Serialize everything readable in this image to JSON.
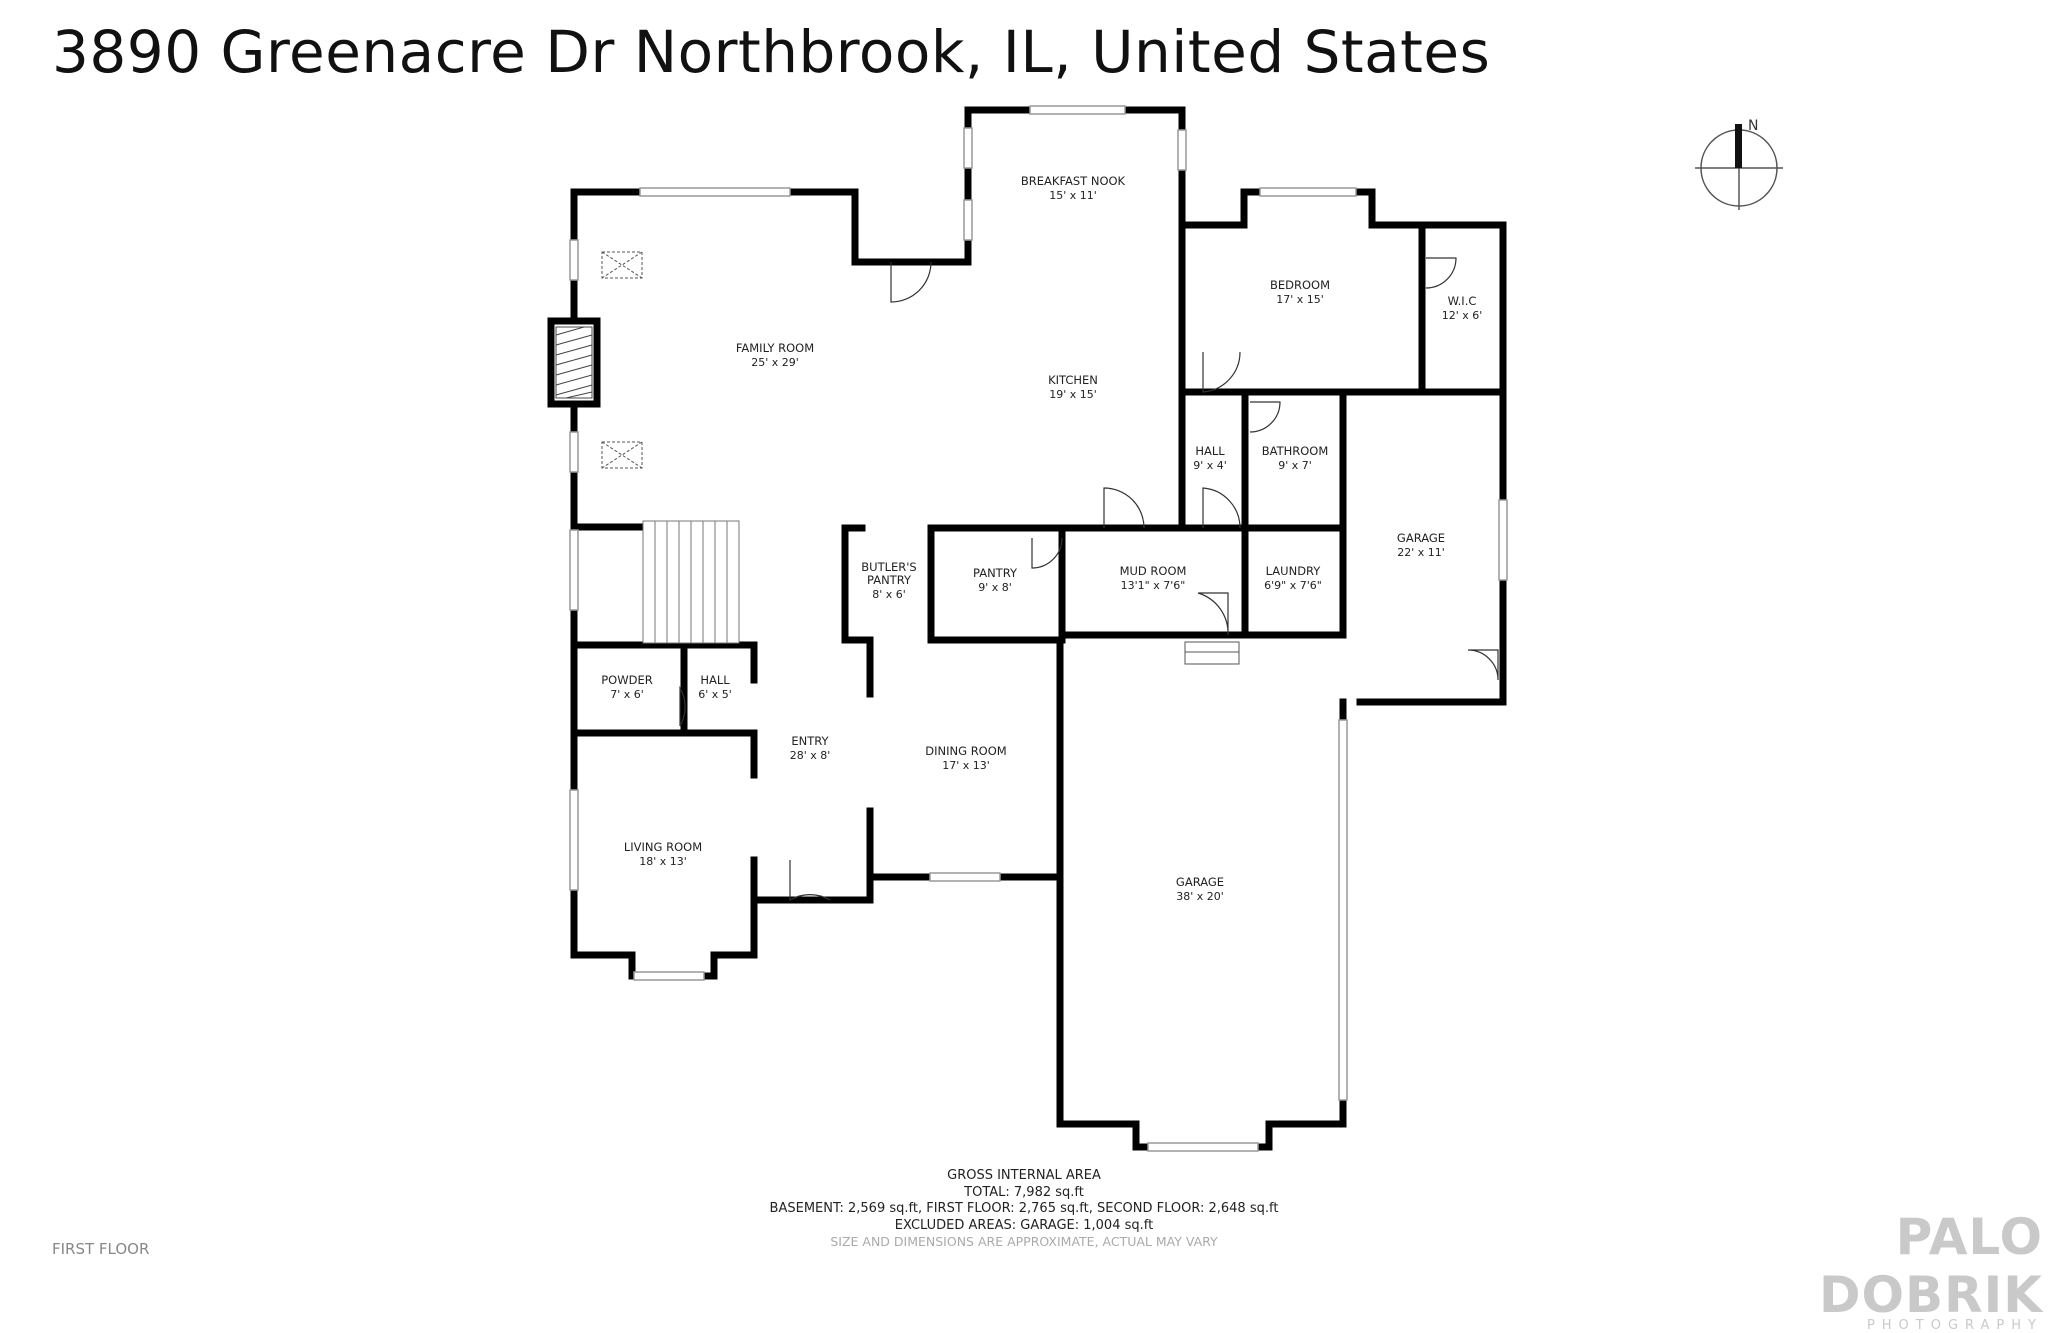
{
  "header": {
    "address": "3890 Greenacre Dr Northbrook, IL, United States"
  },
  "compass": {
    "north_label": "N"
  },
  "rooms": [
    {
      "id": "breakfast-nook",
      "name": "BREAKFAST NOOK",
      "dims": "15' x 11'"
    },
    {
      "id": "family-room",
      "name": "FAMILY ROOM",
      "dims": "25' x 29'"
    },
    {
      "id": "kitchen",
      "name": "KITCHEN",
      "dims": "19' x 15'"
    },
    {
      "id": "bedroom",
      "name": "BEDROOM",
      "dims": "17' x 15'"
    },
    {
      "id": "wic",
      "name": "W.I.C",
      "dims": "12' x 6'"
    },
    {
      "id": "hall-upper",
      "name": "HALL",
      "dims": "9' x 4'"
    },
    {
      "id": "bathroom",
      "name": "BATHROOM",
      "dims": "9' x 7'"
    },
    {
      "id": "garage-small",
      "name": "GARAGE",
      "dims": "22' x 11'"
    },
    {
      "id": "butlers-pantry",
      "name": "BUTLER'S",
      "name2": "PANTRY",
      "dims": "8' x 6'"
    },
    {
      "id": "pantry",
      "name": "PANTRY",
      "dims": "9' x 8'"
    },
    {
      "id": "mud-room",
      "name": "MUD ROOM",
      "dims": "13'1\" x 7'6\""
    },
    {
      "id": "laundry",
      "name": "LAUNDRY",
      "dims": "6'9\" x 7'6\""
    },
    {
      "id": "powder",
      "name": "POWDER",
      "dims": "7' x 6'"
    },
    {
      "id": "hall-lower",
      "name": "HALL",
      "dims": "6' x 5'"
    },
    {
      "id": "entry",
      "name": "ENTRY",
      "dims": "28' x 8'"
    },
    {
      "id": "dining-room",
      "name": "DINING ROOM",
      "dims": "17' x 13'"
    },
    {
      "id": "living-room",
      "name": "LIVING ROOM",
      "dims": "18' x 13'"
    },
    {
      "id": "garage-large",
      "name": "GARAGE",
      "dims": "38' x 20'"
    }
  ],
  "footer": {
    "line1": "GROSS INTERNAL AREA",
    "line2": "TOTAL: 7,982 sq.ft",
    "line3": "BASEMENT: 2,569 sq.ft, FIRST FLOOR: 2,765 sq.ft, SECOND FLOOR: 2,648 sq.ft",
    "line4": "EXCLUDED AREAS: GARAGE: 1,004 sq.ft",
    "line5": "SIZE AND DIMENSIONS ARE APPROXIMATE, ACTUAL MAY VARY"
  },
  "floor_label": "FIRST FLOOR",
  "logo": {
    "brand": "PALO DOBRIK",
    "sub": "PHOTOGRAPHY"
  }
}
